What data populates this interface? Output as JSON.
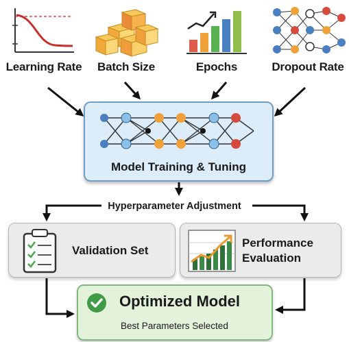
{
  "inputs": [
    {
      "label": "Learning Rate",
      "icon": "learning-rate-curve-icon"
    },
    {
      "label": "Batch Size",
      "icon": "stacked-boxes-icon"
    },
    {
      "label": "Epochs",
      "icon": "rising-bars-icon"
    },
    {
      "label": "Dropout Rate",
      "icon": "network-dropout-icon"
    }
  ],
  "training": {
    "title": "Model Training & Tuning",
    "icon": "neural-network-icon"
  },
  "adjustment": {
    "label": "Hyperparameter Adjustment"
  },
  "validation": {
    "title": "Validation Set",
    "icon": "clipboard-checklist-icon"
  },
  "performance": {
    "title_line1": "Performance",
    "title_line2": "Evaluation",
    "icon": "growth-chart-icon"
  },
  "optimized": {
    "title": "Optimized Model",
    "subtitle": "Best Parameters Selected",
    "icon": "checkmark-icon"
  },
  "colors": {
    "blue": "#4a7fc1",
    "orange": "#f0a23a",
    "red": "#d64b3d",
    "green": "#5ab152",
    "dark": "#1a1a1a"
  }
}
